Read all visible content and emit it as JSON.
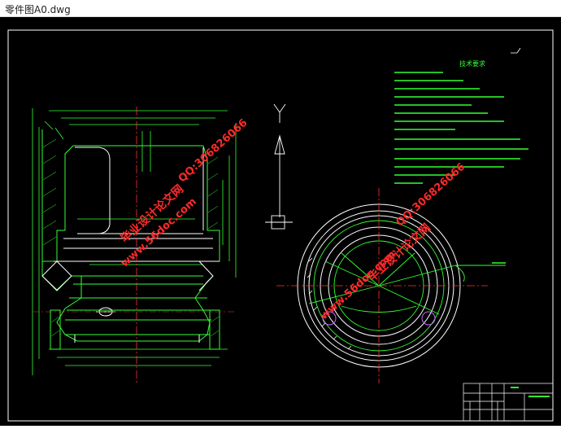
{
  "window": {
    "title": "零件图A0.dwg"
  },
  "drawing": {
    "tech_title": "技术要求",
    "watermark_site": "www.56doc.com",
    "watermark_qq": "QQ:306826066",
    "watermark_brand": "毕业设计论文网",
    "colors": {
      "background": "#000000",
      "outline": "#ffffff",
      "part": "#33ff33",
      "center_line": "#ff3333",
      "watermark": "#ff2a2a",
      "text": "#33ff33"
    }
  }
}
